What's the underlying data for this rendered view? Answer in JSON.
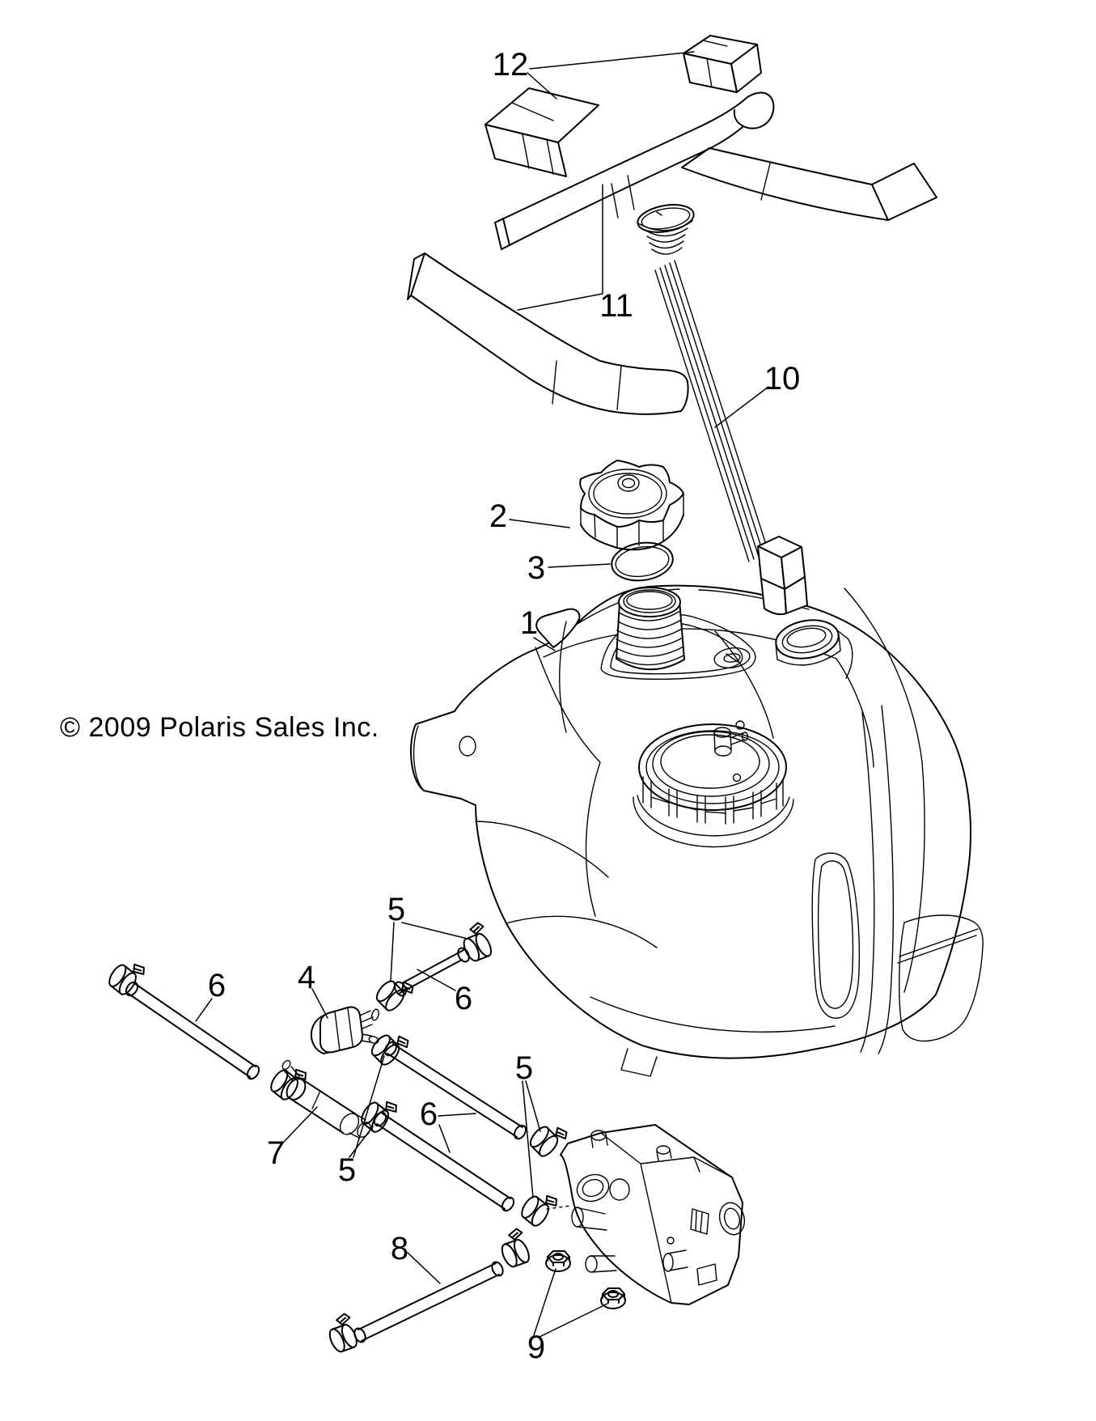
{
  "page": {
    "background": "#ffffff",
    "line_color": "#000000"
  },
  "copyright_notice": "© 2009 Polaris Sales Inc.",
  "callouts": [
    {
      "label": "12"
    },
    {
      "label": "11"
    },
    {
      "label": "10"
    },
    {
      "label": "2"
    },
    {
      "label": "3"
    },
    {
      "label": "1"
    },
    {
      "label": "5"
    },
    {
      "label": "6"
    },
    {
      "label": "4"
    },
    {
      "label": "6"
    },
    {
      "label": "5"
    },
    {
      "label": "6"
    },
    {
      "label": "7"
    },
    {
      "label": "5"
    },
    {
      "label": "8"
    },
    {
      "label": "9"
    }
  ]
}
